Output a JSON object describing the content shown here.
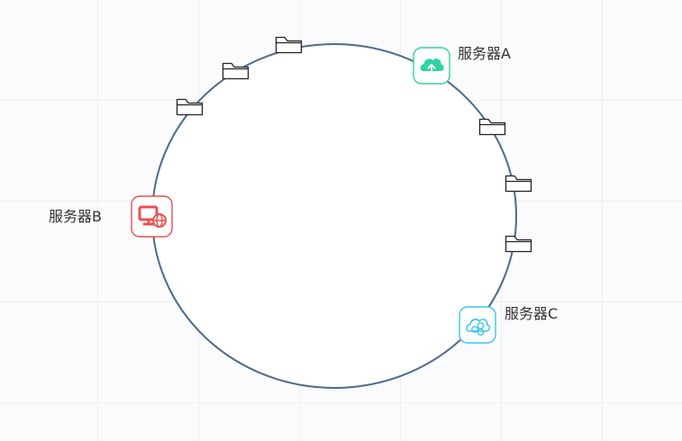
{
  "servers": {
    "a": {
      "label": "服务器A",
      "icon": "cloud-upload-icon",
      "color": "#2fd3a4"
    },
    "b": {
      "label": "服务器B",
      "icon": "monitor-globe-icon",
      "color": "#e8504f"
    },
    "c": {
      "label": "服务器C",
      "icon": "cloud-share-icon",
      "color": "#3ec3ec"
    }
  },
  "ring": {
    "color": "#4e6a8c"
  },
  "data_nodes": [
    {
      "icon": "folder-icon"
    },
    {
      "icon": "folder-icon"
    },
    {
      "icon": "folder-icon"
    },
    {
      "icon": "folder-icon"
    },
    {
      "icon": "folder-icon"
    },
    {
      "icon": "folder-icon"
    }
  ]
}
